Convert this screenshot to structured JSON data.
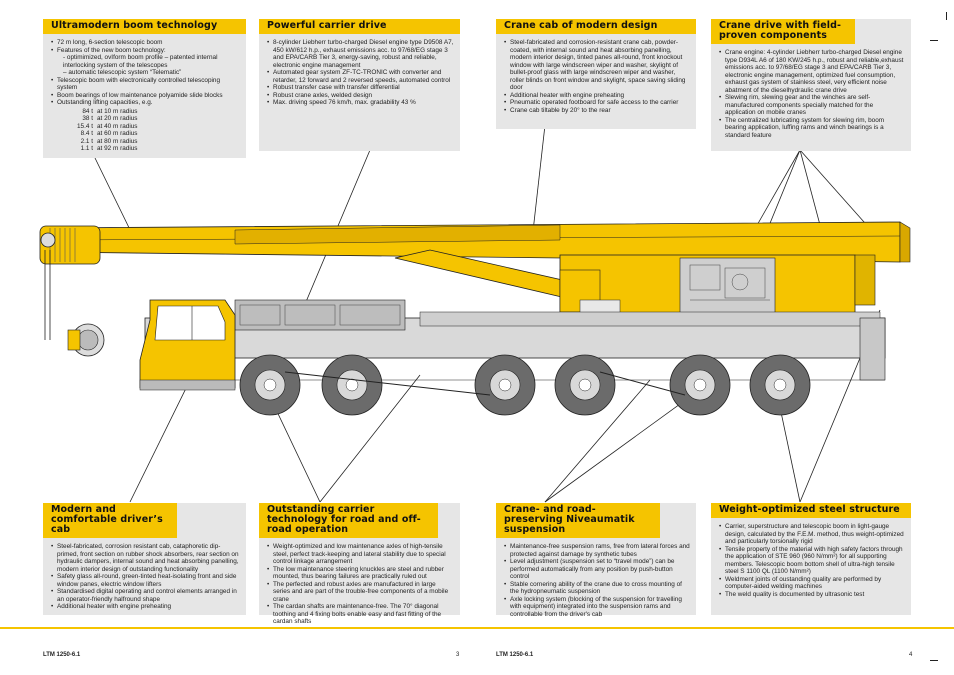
{
  "boxes": {
    "boom": {
      "title": "Ultramodern boom technology",
      "items": [
        "72 m long, 6-section telescopic boom",
        "Features of the new boom technology:",
        "- optimimized, ovIform boom profile – patented internal interlocking system of the telescopes",
        "– automatic telescopic system “Telematic”",
        "Telescopic boom with electronically controlled telescoping system",
        "Boom bearings of low maintenance polyamide slide blocks",
        "Outstanding lifting capacities, e.g."
      ],
      "capacities": [
        {
          "value": "84 t",
          "radius": "at 10 m radius"
        },
        {
          "value": "38 t",
          "radius": "at 20 m radius"
        },
        {
          "value": "15.4 t",
          "radius": "at 40 m radius"
        },
        {
          "value": "8.4 t",
          "radius": "at 60 m radius"
        },
        {
          "value": "2.1 t",
          "radius": "at 80 m radius"
        },
        {
          "value": "1.1 t",
          "radius": "at 92 m radius"
        }
      ]
    },
    "carrier_drive": {
      "title": "Powerful carrier drive",
      "items": [
        "8-cylinder Liebherr turbo-charged Diesel engine type D9508 A7, 450 kW/612 h.p., exhaust emissions acc. to 97/68/EG stage 3 and EPA/CARB Tier 3, energy-saving, robust and reliable, electronic engine management",
        "Automated gear system ZF-TC-TRONIC with converter and retarder, 12 forward and 2 reversed speeds, automated control",
        "Robust transfer case with transfer differential",
        "Robust crane axles, welded design",
        "Max. driving speed 76 km/h, max. gradability 43 %"
      ]
    },
    "crane_cab": {
      "title": "Crane cab of modern design",
      "items": [
        "Steel-fabricated and corrosion-resistant crane cab, powder-coated, with internal sound and heat absorbing panelling, modern interior design, tinted panes all-round, front knockout window with large windscreen wiper and washer, skylight of bullet-proof glass with large windscreen wiper and washer, roller blinds on front window and skylight, space saving sliding door",
        "Additional heater with engine preheating",
        "Pneumatic operated footboard for safe access to the carrier",
        "Crane cab tiltable by 20° to the rear"
      ]
    },
    "crane_drive": {
      "title": "Crane drive with field-proven components",
      "items": [
        "Crane engine: 4-cylinder Liebherr turbo-charged Diesel engine type D934L A6 of 180 KW/245 h.p., robust and reliable,exhaust emissions acc. to 97/68/EG stage 3 and EPA/CARB Tier 3, electronic engine management, optimized fuel consumption, exhaust gas system of stainless steel, very efficient noise abatment of the dieselhydraulic crane drive",
        "Slewing rim, slewing gear and the winches are self-manufactured components specially matched for the application on mobile cranes",
        "The centralized lubricating system for slewing rim, boom bearing application, luffing rams and winch bearings is a standard feature"
      ]
    },
    "drivers_cab": {
      "title": "Modern and comfortable driver’s cab",
      "items": [
        "Steel-fabricated, corrosion resistant cab, cataphoretic dip-primed, front section on rubber shock absorbers, rear section on hydraulic dampers, internal sound and heat absorbing panelling, modern interior design of outstanding functionality",
        "Safety glass all-round, green-tinted heat-isolating front and side window panes, electric window lifters",
        "Standardised digital operating and control elements arranged in an operator-friendly halfround shape",
        "Additional heater with engine preheating"
      ]
    },
    "carrier_technology": {
      "title": "Outstanding carrier technology for road and off-road operation",
      "items": [
        "Weight-optimized and low maintenance axles of high-tensile steel, perfect track-keeping and lateral stability due to special control linkage arrangement",
        "The low maintenance steering knuckles are steel and rubber mounted, thus bearing failures are practically ruled out",
        "The perfected and robust axles are manufactured in large series and are part of the trouble-free components of a mobile crane",
        "The cardan shafts are maintenance-free. The 70° diagonal toothing and 4 fixing bolts enable easy and fast fitting of the cardan shafts"
      ]
    },
    "suspension": {
      "title": "Crane- and road-preserving Niveaumatik suspension",
      "items": [
        "Maintenance-free suspension rams, free from lateral forces and protected against damage by synthetic tubes",
        "Level adjustment (suspension set to “travel mode”) can be performed automatically from any position by push-button control",
        "Stable cornering ability of the crane due to cross mounting of the hydropneumatic suspension",
        "Axle locking system (blocking of the suspension for travelling with equipment) integrated into the suspension rams and controllable from the driver's cab"
      ]
    },
    "steel_structure": {
      "title": "Weight-optimized steel structure",
      "items": [
        "Carrier, superstructure and telescopic boom in light-gauge design, calculated by the F.E.M. method, thus weight-optimized and particularly torsionally rigid",
        "Tensile property of the material with high safety factors through the application of STE 960 (960 N/mm²) for all supporting members. Telescopic boom bottom shell of ultra-high tensile steel S 1100 QL (1100 N/mm²)",
        "Weldment joints of oustanding quality are performed by computer-aided welding machines",
        "The weld quality is documented by ultrasonic test"
      ]
    }
  },
  "footer": {
    "left_model": "LTM 1250-6.1",
    "left_page": "3",
    "right_model": "LTM 1250-6.1",
    "right_page": "4"
  },
  "colors": {
    "accent": "#f5c400",
    "box_bg": "#e6e6e6",
    "crane_yellow": "#f5c400",
    "chassis_grey": "#9a9a9a"
  }
}
